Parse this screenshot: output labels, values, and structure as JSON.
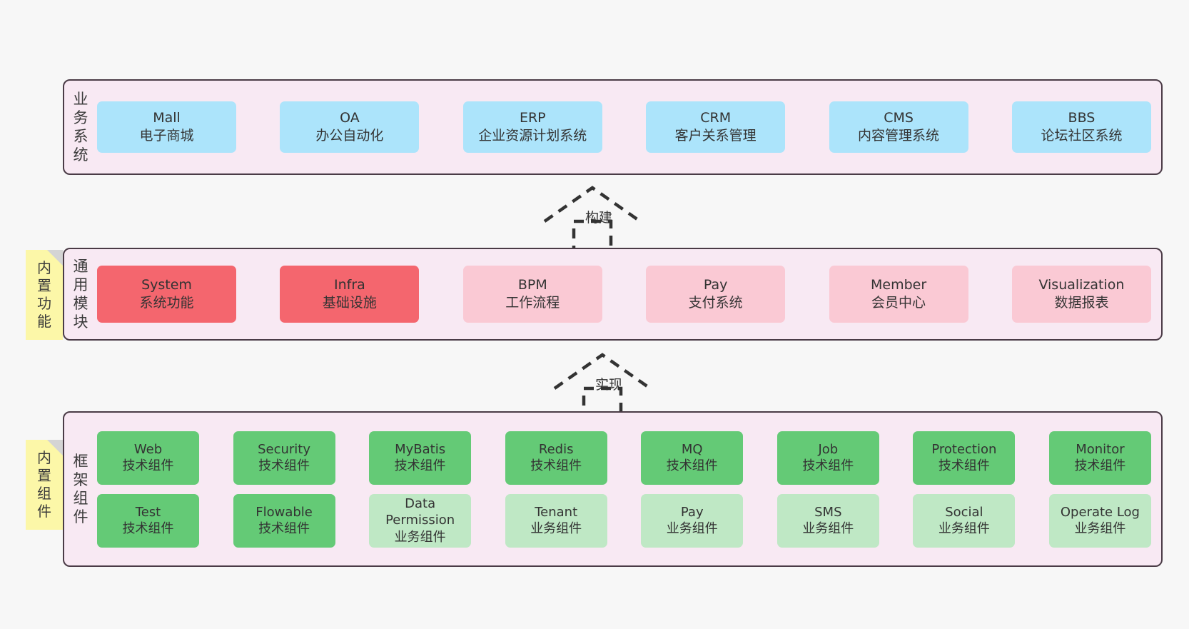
{
  "diagram": {
    "background_color": "#f7f7f7",
    "layer_fill": "#f8e9f3",
    "layer_border": "#4a3b46",
    "palette": {
      "business_system": "#ace4fb",
      "core_module": "#f4666e",
      "module": "#fac9d4",
      "tech_component": "#64ca76",
      "biz_component": "#bfe8c5",
      "note": "#fcf7a8",
      "note_fold": "#d4d4d4"
    }
  },
  "notes": [
    {
      "name": "builtin-features",
      "chars": [
        "内",
        "置",
        "功",
        "能"
      ]
    },
    {
      "name": "builtin-components",
      "chars": [
        "内",
        "置",
        "组",
        "件"
      ]
    }
  ],
  "layers": {
    "business": {
      "title_chars": [
        "业",
        "务",
        "系",
        "统"
      ],
      "cards": [
        {
          "title": "Mall",
          "subtitle": "电子商城"
        },
        {
          "title": "OA",
          "subtitle": "办公自动化"
        },
        {
          "title": "ERP",
          "subtitle": "企业资源计划系统"
        },
        {
          "title": "CRM",
          "subtitle": "客户关系管理"
        },
        {
          "title": "CMS",
          "subtitle": "内容管理系统"
        },
        {
          "title": "BBS",
          "subtitle": "论坛社区系统"
        }
      ]
    },
    "modules": {
      "title_chars": [
        "通",
        "用",
        "模",
        "块"
      ],
      "cards": [
        {
          "title": "System",
          "subtitle": "系统功能",
          "color": "core"
        },
        {
          "title": "Infra",
          "subtitle": "基础设施",
          "color": "core"
        },
        {
          "title": "BPM",
          "subtitle": "工作流程",
          "color": "normal"
        },
        {
          "title": "Pay",
          "subtitle": "支付系统",
          "color": "normal"
        },
        {
          "title": "Member",
          "subtitle": "会员中心",
          "color": "normal"
        },
        {
          "title": "Visualization",
          "subtitle": "数据报表",
          "color": "normal"
        }
      ]
    },
    "framework": {
      "title_chars": [
        "框",
        "架",
        "组",
        "件"
      ],
      "row1": [
        {
          "title": "Web",
          "subtitle": "技术组件"
        },
        {
          "title": "Security",
          "subtitle": "技术组件"
        },
        {
          "title": "MyBatis",
          "subtitle": "技术组件"
        },
        {
          "title": "Redis",
          "subtitle": "技术组件"
        },
        {
          "title": "MQ",
          "subtitle": "技术组件"
        },
        {
          "title": "Job",
          "subtitle": "技术组件"
        },
        {
          "title": "Protection",
          "subtitle": "技术组件"
        },
        {
          "title": "Monitor",
          "subtitle": "技术组件"
        }
      ],
      "row2": [
        {
          "title": "Test",
          "subtitle": "技术组件",
          "kind": "tech"
        },
        {
          "title": "Flowable",
          "subtitle": "技术组件",
          "kind": "tech"
        },
        {
          "title": "Data Permission",
          "subtitle": "业务组件",
          "kind": "biz"
        },
        {
          "title": "Tenant",
          "subtitle": "业务组件",
          "kind": "biz"
        },
        {
          "title": "Pay",
          "subtitle": "业务组件",
          "kind": "biz"
        },
        {
          "title": "SMS",
          "subtitle": "业务组件",
          "kind": "biz"
        },
        {
          "title": "Social",
          "subtitle": "业务组件",
          "kind": "biz"
        },
        {
          "title": "Operate Log",
          "subtitle": "业务组件",
          "kind": "biz"
        }
      ]
    }
  },
  "connectors": [
    {
      "name": "build",
      "label": "构建",
      "from": "modules",
      "to": "business",
      "style": "dashed-generalization"
    },
    {
      "name": "realize",
      "label": "实现",
      "from": "framework",
      "to": "modules",
      "style": "dashed-generalization"
    }
  ]
}
